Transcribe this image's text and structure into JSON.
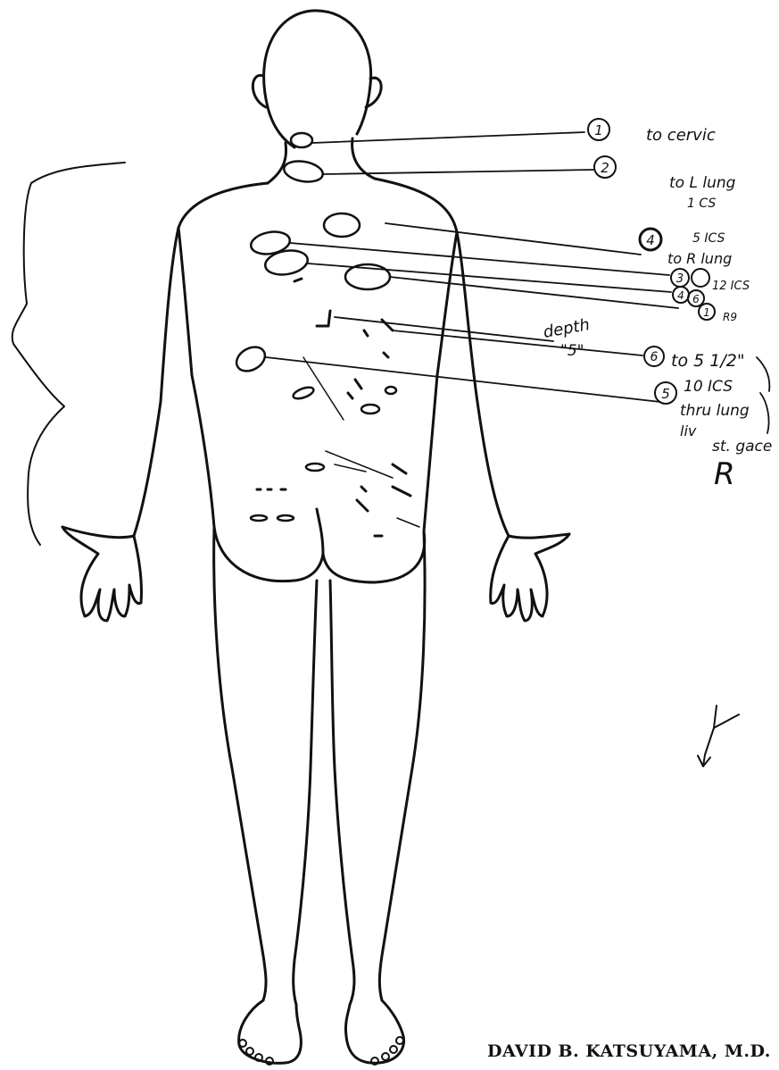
{
  "document": {
    "type": "anatomical-body-diagram",
    "view": "posterior",
    "signature_stamp": "DAVID B. KATSUYAMA, M.D."
  },
  "wounds": [
    {
      "number": "1",
      "note": "to cervic"
    },
    {
      "number": "2",
      "note": "to L lung",
      "note2": "1 CS"
    },
    {
      "number": "4",
      "note": "5 ICS",
      "note2": "to R lung"
    },
    {
      "number": "3",
      "note": "12 ICS"
    },
    {
      "number": "4",
      "note": ""
    },
    {
      "number": "6",
      "note": ""
    },
    {
      "number": "1",
      "note": "R9"
    },
    {
      "number": "6",
      "note": "to 5 1/2\""
    },
    {
      "number": "5",
      "note": "10 ICS",
      "note2": "thru lung"
    }
  ],
  "annotations": {
    "depth_label": "depth",
    "depth_value": "\"5\"",
    "final_note": "liv",
    "final_note2": "st. gace",
    "initials": "R"
  }
}
